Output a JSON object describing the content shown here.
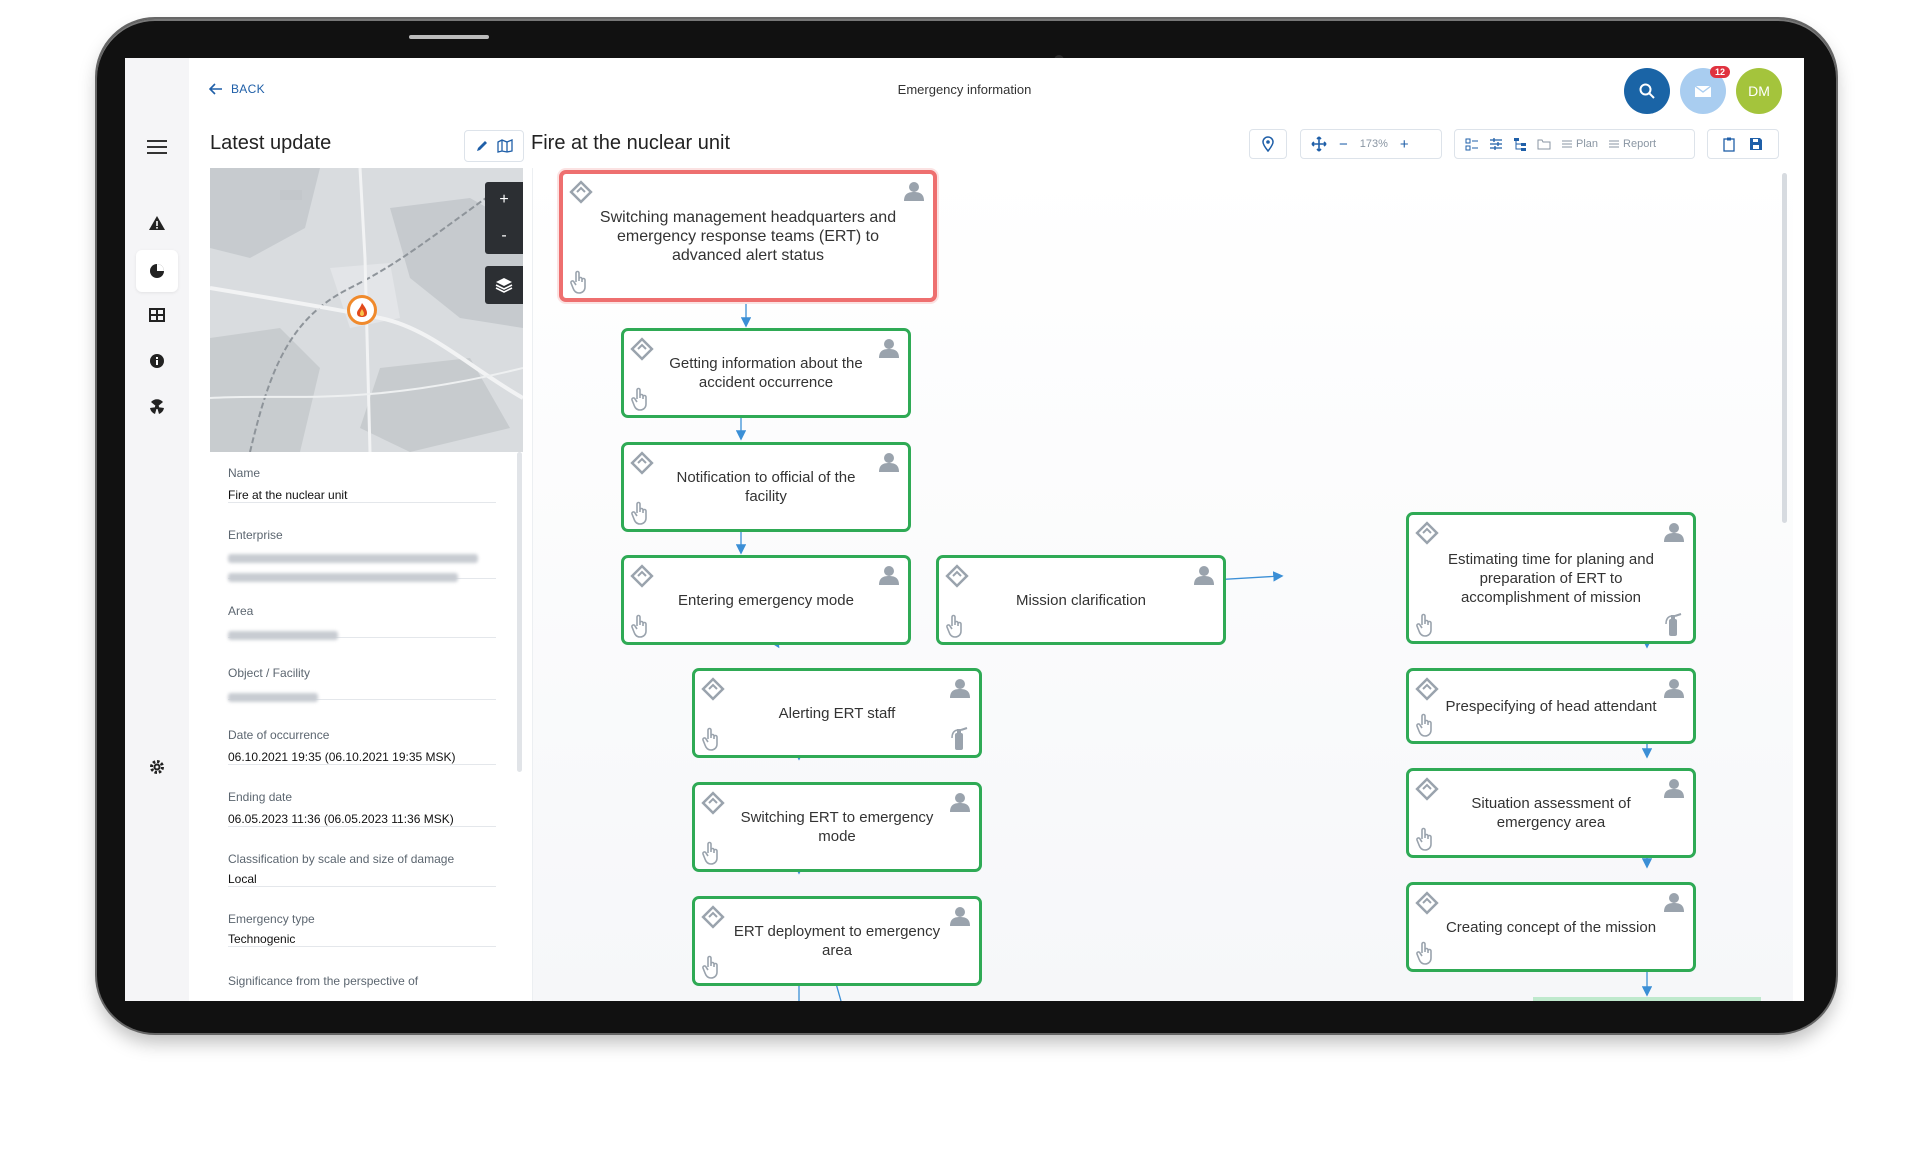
{
  "header": {
    "back_label": "BACK",
    "title": "Emergency information",
    "notifications_count": "12",
    "avatar_initials": "DM"
  },
  "left_panel": {
    "title": "Latest update",
    "map": {
      "zoom_in": "+",
      "zoom_out": "-"
    },
    "fields": [
      {
        "label": "Name",
        "value": "Fire at the nuclear unit"
      },
      {
        "label": "Enterprise",
        "value": ""
      },
      {
        "label": "Area",
        "value": ""
      },
      {
        "label": "Object / Facility",
        "value": ""
      },
      {
        "label": "Date of occurrence",
        "value": "06.10.2021 19:35 (06.10.2021 19:35 MSK)"
      },
      {
        "label": "Ending date",
        "value": "06.05.2023 11:36 (06.05.2023 11:36 MSK)"
      },
      {
        "label": "Classification by scale and size of damage",
        "value": "Local"
      },
      {
        "label": "Emergency type",
        "value": "Technogenic"
      },
      {
        "label": "Significance from the perspective of",
        "value": ""
      }
    ]
  },
  "diagram": {
    "title": "Fire at the nuclear unit",
    "zoom_level": "173%",
    "toolbar": {
      "zoom_out": "−",
      "zoom_in": "+",
      "plan_label": "Plan",
      "report_label": "Report"
    },
    "nodes": [
      {
        "id": "n1",
        "text": "Switching management headquarters and  emergency response teams (ERT) to advanced alert status"
      },
      {
        "id": "n2",
        "text": "Getting information about the accident occurrence"
      },
      {
        "id": "n3",
        "text": "Notification to official of the facility"
      },
      {
        "id": "n4",
        "text": "Entering emergency mode"
      },
      {
        "id": "n5",
        "text": "Mission clarification"
      },
      {
        "id": "n6",
        "text": "Alerting ERT staff"
      },
      {
        "id": "n7",
        "text": "Switching ERT to emergency mode"
      },
      {
        "id": "n8",
        "text": "ERT deployment to emergency area"
      },
      {
        "id": "n9",
        "text": "Estimating time for planing and preparation of ERT to accomplishment of mission"
      },
      {
        "id": "n10",
        "text": "Prespecifying of head attendant"
      },
      {
        "id": "n11",
        "text": "Situation assessment of emergency area"
      },
      {
        "id": "n12",
        "text": "Creating concept of the mission"
      }
    ]
  },
  "colors": {
    "accent": "#1f5fa8",
    "node_border": "#2faa55",
    "highlight_border": "#ee6f6f",
    "search_button": "#1a64a6",
    "mail_button": "#a9cdf0",
    "avatar": "#a4c43c",
    "badge": "#e0323f"
  }
}
